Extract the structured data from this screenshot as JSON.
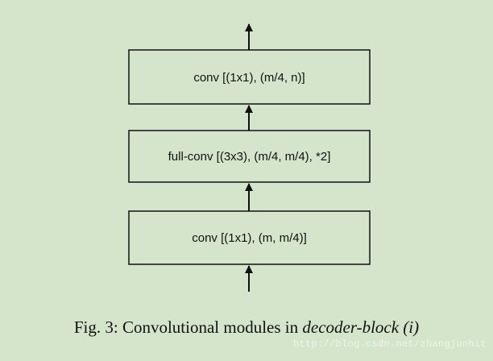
{
  "diagram": {
    "blocks": [
      {
        "label": "conv [(1x1), (m/4, n)]"
      },
      {
        "label": "full-conv [(3x3), (m/4, m/4), *2]"
      },
      {
        "label": "conv [(1x1), (m, m/4)]"
      }
    ]
  },
  "caption": {
    "prefix": "Fig. 3: Convolutional modules in ",
    "emphasis": "decoder-block (i)"
  },
  "watermark": "http://blog.csdn.net/zhangjunhit",
  "colors": {
    "background": "#d5e5cc",
    "stroke": "#111111"
  }
}
